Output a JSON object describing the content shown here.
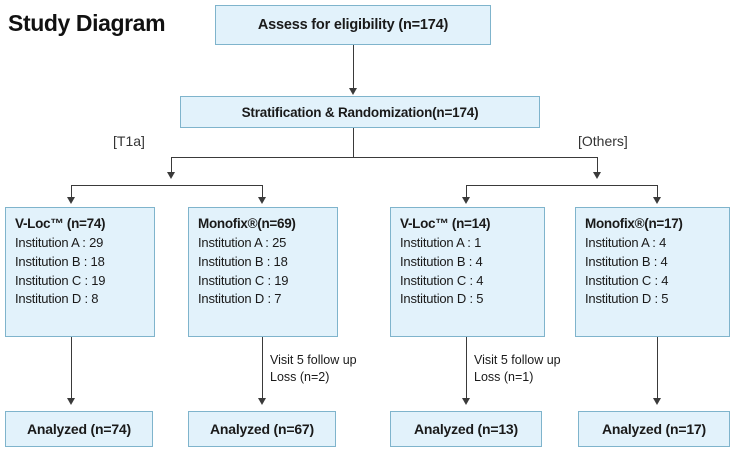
{
  "title": "Study Diagram",
  "colors": {
    "box_fill": "#e2f2fb",
    "box_border": "#7fb4cc",
    "connector": "#3a3a3a",
    "text": "#1a1a1a"
  },
  "nodes": {
    "eligibility": "Assess for eligibility (n=174)",
    "randomization": "Stratification & Randomization(n=174)"
  },
  "strata": [
    {
      "label": "[T1a]"
    },
    {
      "label": "[Others]"
    }
  ],
  "groups": [
    {
      "head": "V-Loc™ (n=74)",
      "institutions": [
        "Institution A : 29",
        "Institution B : 18",
        "Institution C : 19",
        "Institution D : 8"
      ],
      "analyzed": "Analyzed (n=74)",
      "loss_note": ""
    },
    {
      "head": "Monofix®(n=69)",
      "institutions": [
        "Institution A : 25",
        "Institution B : 18",
        "Institution C : 19",
        "Institution D : 7"
      ],
      "analyzed": "Analyzed (n=67)",
      "loss_note_line1": "Visit 5 follow up",
      "loss_note_line2": "Loss (n=2)"
    },
    {
      "head": "V-Loc™ (n=14)",
      "institutions": [
        "Institution A : 1",
        "Institution B : 4",
        "Institution C : 4",
        "Institution D : 5"
      ],
      "analyzed": "Analyzed (n=13)",
      "loss_note_line1": "Visit 5 follow up",
      "loss_note_line2": "Loss (n=1)"
    },
    {
      "head": "Monofix®(n=17)",
      "institutions": [
        "Institution A : 4",
        "Institution B : 4",
        "Institution C : 4",
        "Institution D : 5"
      ],
      "analyzed": "Analyzed (n=17)",
      "loss_note": ""
    }
  ]
}
